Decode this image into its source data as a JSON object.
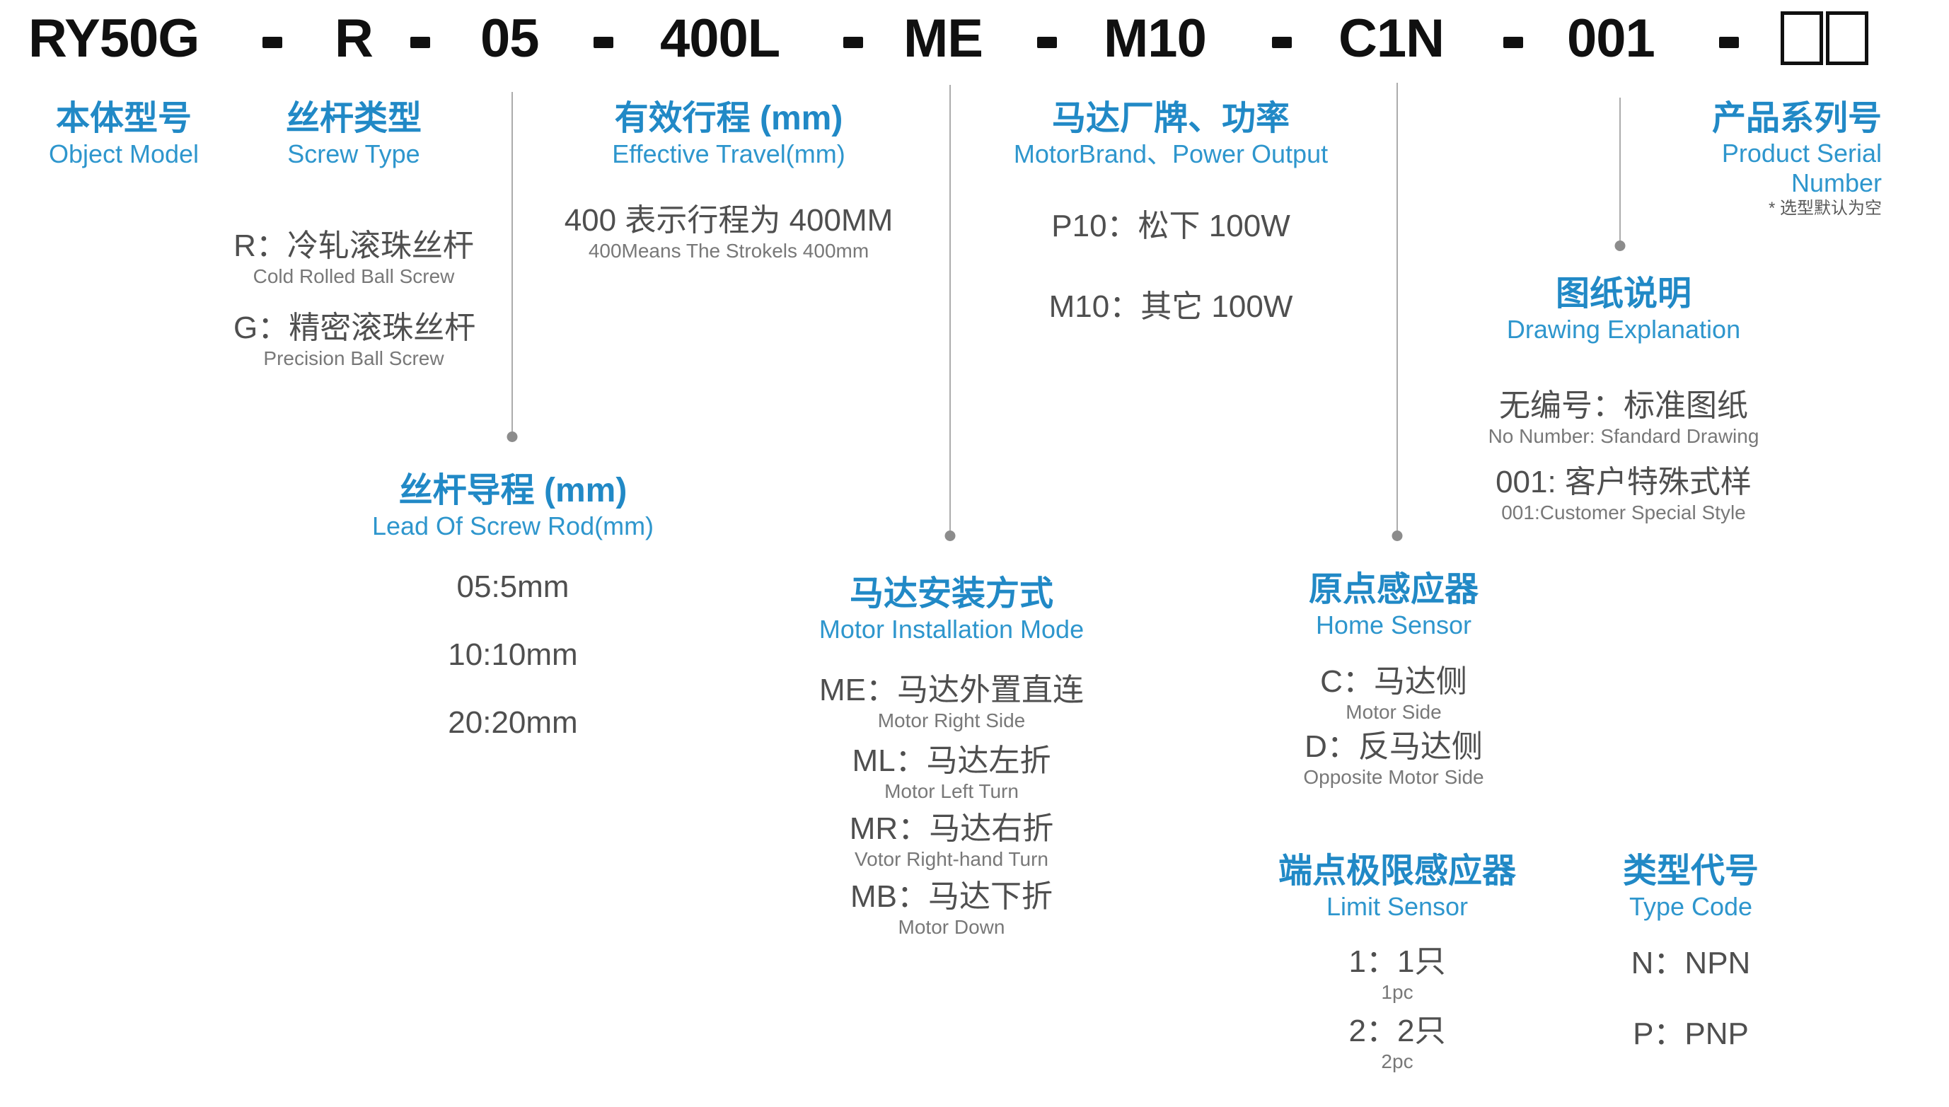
{
  "title": {
    "segments": [
      "RY50G",
      "R",
      "05",
      "400L",
      "ME",
      "M10",
      "C1N",
      "001"
    ],
    "separator": "-",
    "serial_placeholder_boxes": 2
  },
  "colors": {
    "accent_blue": "#2189C6",
    "item_text": "#4F4F4F",
    "sub_text": "#787878",
    "title_black": "#101010",
    "connector_gray": "#ACACAC"
  },
  "sections": {
    "object_model": {
      "zh": "本体型号",
      "en": "Object Model"
    },
    "screw_type": {
      "zh": "丝杆类型",
      "en": "Screw Type",
      "items": [
        {
          "label": "R：冷轧滚珠丝杆",
          "sub": "Cold Rolled Ball Screw"
        },
        {
          "label": "G：精密滚珠丝杆",
          "sub": "Precision Ball Screw"
        }
      ]
    },
    "effective_travel": {
      "zh": "有效行程 (mm)",
      "en": "Effective Travel(mm)",
      "items": [
        {
          "label": "400 表示行程为 400MM",
          "sub": "400Means The Strokels 400mm"
        }
      ]
    },
    "motor_brand": {
      "zh": "马达厂牌、功率",
      "en": "MotorBrand、Power Output",
      "items": [
        {
          "label": "P10：松下 100W"
        },
        {
          "label": "M10：其它 100W"
        }
      ]
    },
    "product_serial": {
      "zh": "产品系列号",
      "en_line1": "Product Serial",
      "en_line2": "Number",
      "note": "* 选型默认为空"
    },
    "drawing_explanation": {
      "zh": "图纸说明",
      "en": "Drawing Explanation",
      "items": [
        {
          "label": "无编号：标准图纸",
          "sub": "No Number: Sfandard Drawing"
        },
        {
          "label": "001: 客户特殊式样",
          "sub": "001:Customer Special Style"
        }
      ]
    },
    "screw_lead": {
      "zh": "丝杆导程 (mm)",
      "en": "Lead Of Screw Rod(mm)",
      "items": [
        {
          "label": "05:5mm"
        },
        {
          "label": "10:10mm"
        },
        {
          "label": "20:20mm"
        }
      ]
    },
    "motor_installation": {
      "zh": "马达安装方式",
      "en": "Motor Installation Mode",
      "items": [
        {
          "label": "ME：马达外置直连",
          "sub": "Motor Right Side"
        },
        {
          "label": "ML：马达左折",
          "sub": "Motor Left Turn"
        },
        {
          "label": "MR：马达右折",
          "sub": "Votor Right-hand Turn"
        },
        {
          "label": "MB：马达下折",
          "sub": "Motor Down"
        }
      ]
    },
    "home_sensor": {
      "zh": "原点感应器",
      "en": "Home Sensor",
      "items": [
        {
          "label": "C：马达侧",
          "sub": "Motor Side"
        },
        {
          "label": "D：反马达侧",
          "sub": "Opposite Motor Side"
        }
      ]
    },
    "limit_sensor": {
      "zh": "端点极限感应器",
      "en": "Limit Sensor",
      "items": [
        {
          "label": "1：1只",
          "sub": "1pc"
        },
        {
          "label": "2：2只",
          "sub": "2pc"
        }
      ]
    },
    "type_code": {
      "zh": "类型代号",
      "en": "Type Code",
      "items": [
        {
          "label": "N：NPN"
        },
        {
          "label": "P：PNP"
        }
      ]
    }
  }
}
